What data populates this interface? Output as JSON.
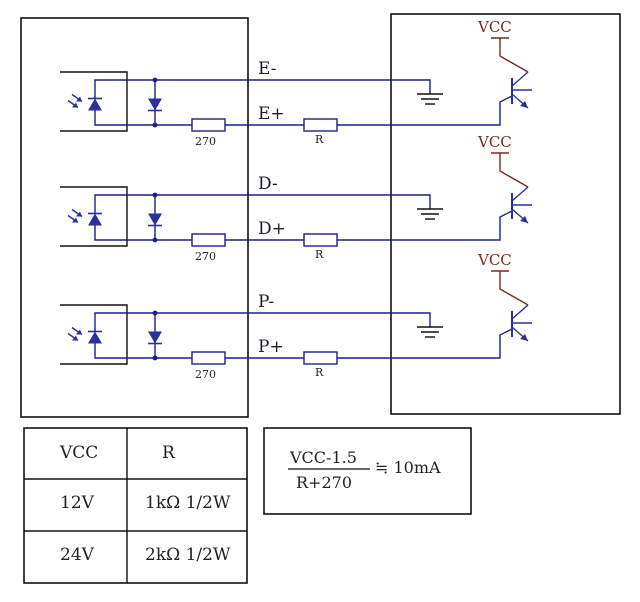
{
  "channels": [
    {
      "neg": "E-",
      "pos": "E+",
      "resistor_fixed": "270",
      "resistor_var": "R",
      "vcc": "VCC"
    },
    {
      "neg": "D-",
      "pos": "D+",
      "resistor_fixed": "270",
      "resistor_var": "R",
      "vcc": "VCC"
    },
    {
      "neg": "P-",
      "pos": "P+",
      "resistor_fixed": "270",
      "resistor_var": "R",
      "vcc": "VCC"
    }
  ],
  "table": {
    "headers": [
      "VCC",
      "R"
    ],
    "rows": [
      [
        "12V",
        "1kΩ 1/2W"
      ],
      [
        "24V",
        "2kΩ 1/2W"
      ]
    ]
  },
  "formula": {
    "numerator": "VCC-1.5",
    "denominator": "R+270",
    "result": "≒ 10mA"
  },
  "colors": {
    "wire": "#1b1f8a",
    "component": "#2a2f9a",
    "vcc_label": "#7a2a1c",
    "box": "#111111"
  }
}
